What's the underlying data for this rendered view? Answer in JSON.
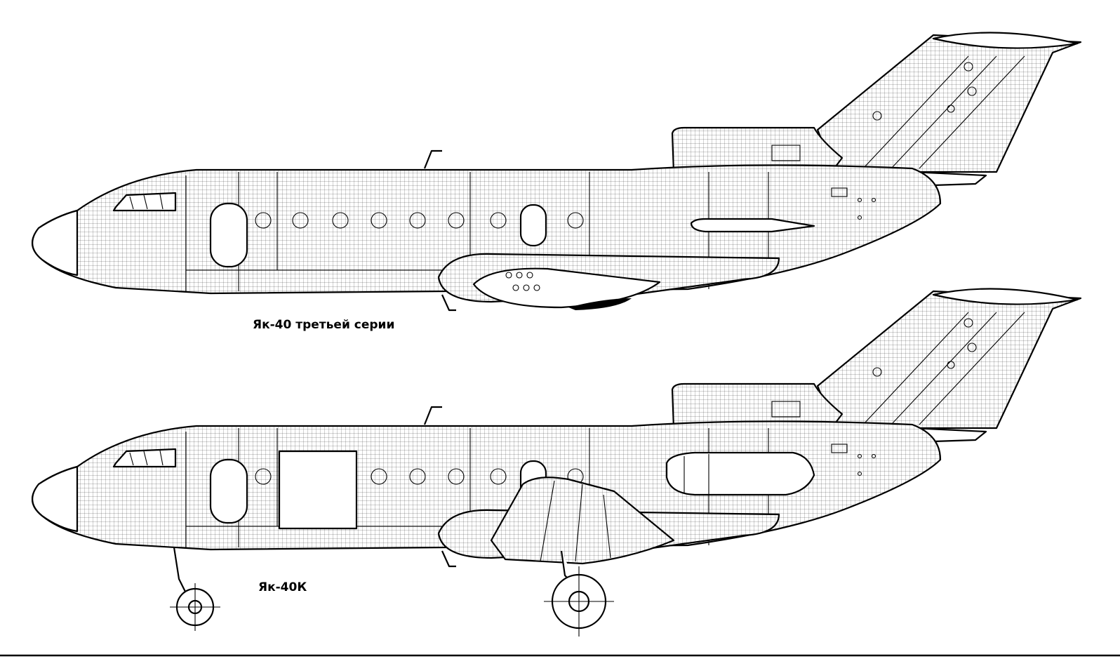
{
  "diagram": {
    "line_color": "#000000",
    "background": "#ffffff",
    "variants": [
      {
        "id": "top",
        "caption": "Як-40 третьей серии"
      },
      {
        "id": "bottom",
        "caption": "Як-40К"
      }
    ]
  }
}
